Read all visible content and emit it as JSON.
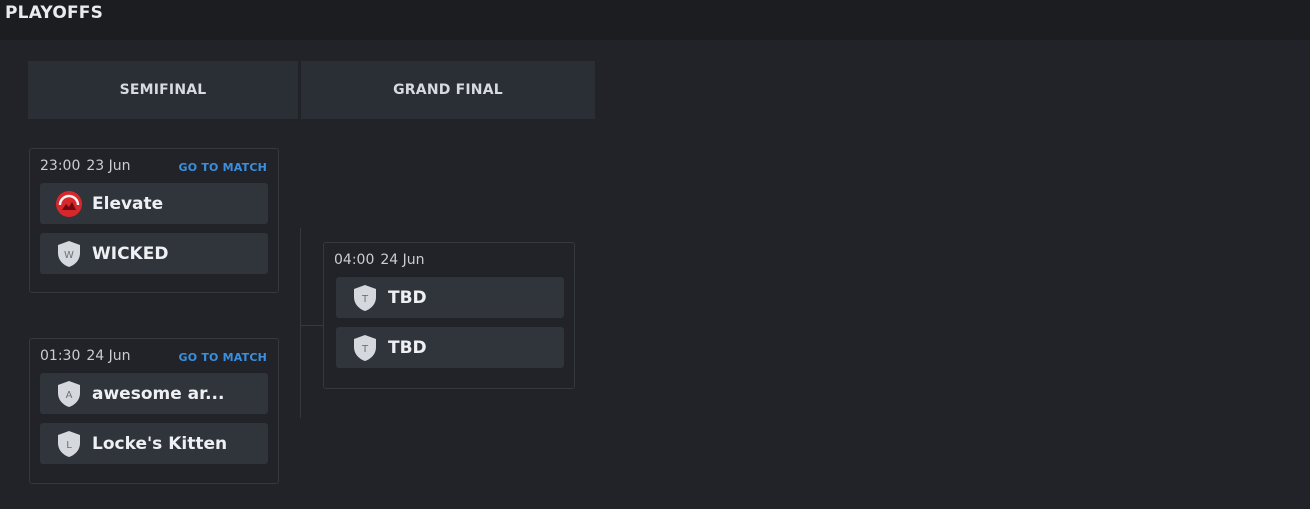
{
  "header": {
    "title": "PLAYOFFS"
  },
  "rounds": [
    {
      "label": "SEMIFINAL"
    },
    {
      "label": "GRAND FINAL"
    }
  ],
  "matches": [
    {
      "time": "23:00",
      "date": "23 Jun",
      "goto_label": "GO TO MATCH",
      "teams": [
        {
          "name": "Elevate",
          "logo": "elevate-logo-icon",
          "initial": ""
        },
        {
          "name": "WICKED",
          "logo": "shield-icon",
          "initial": "W"
        }
      ]
    },
    {
      "time": "01:30",
      "date": "24 Jun",
      "goto_label": "GO TO MATCH",
      "teams": [
        {
          "name": "awesome ar...",
          "logo": "shield-icon",
          "initial": "A"
        },
        {
          "name": "Locke's Kitten",
          "logo": "shield-icon",
          "initial": "L"
        }
      ]
    },
    {
      "time": "04:00",
      "date": "24 Jun",
      "teams": [
        {
          "name": "TBD",
          "logo": "shield-icon",
          "initial": "T"
        },
        {
          "name": "TBD",
          "logo": "shield-icon",
          "initial": "T"
        }
      ]
    }
  ],
  "colors": {
    "background": "#212328",
    "header_background": "#1b1d21",
    "card_row": "#30343b",
    "link": "#3a8fe0",
    "elevate_red": "#d8272b"
  }
}
